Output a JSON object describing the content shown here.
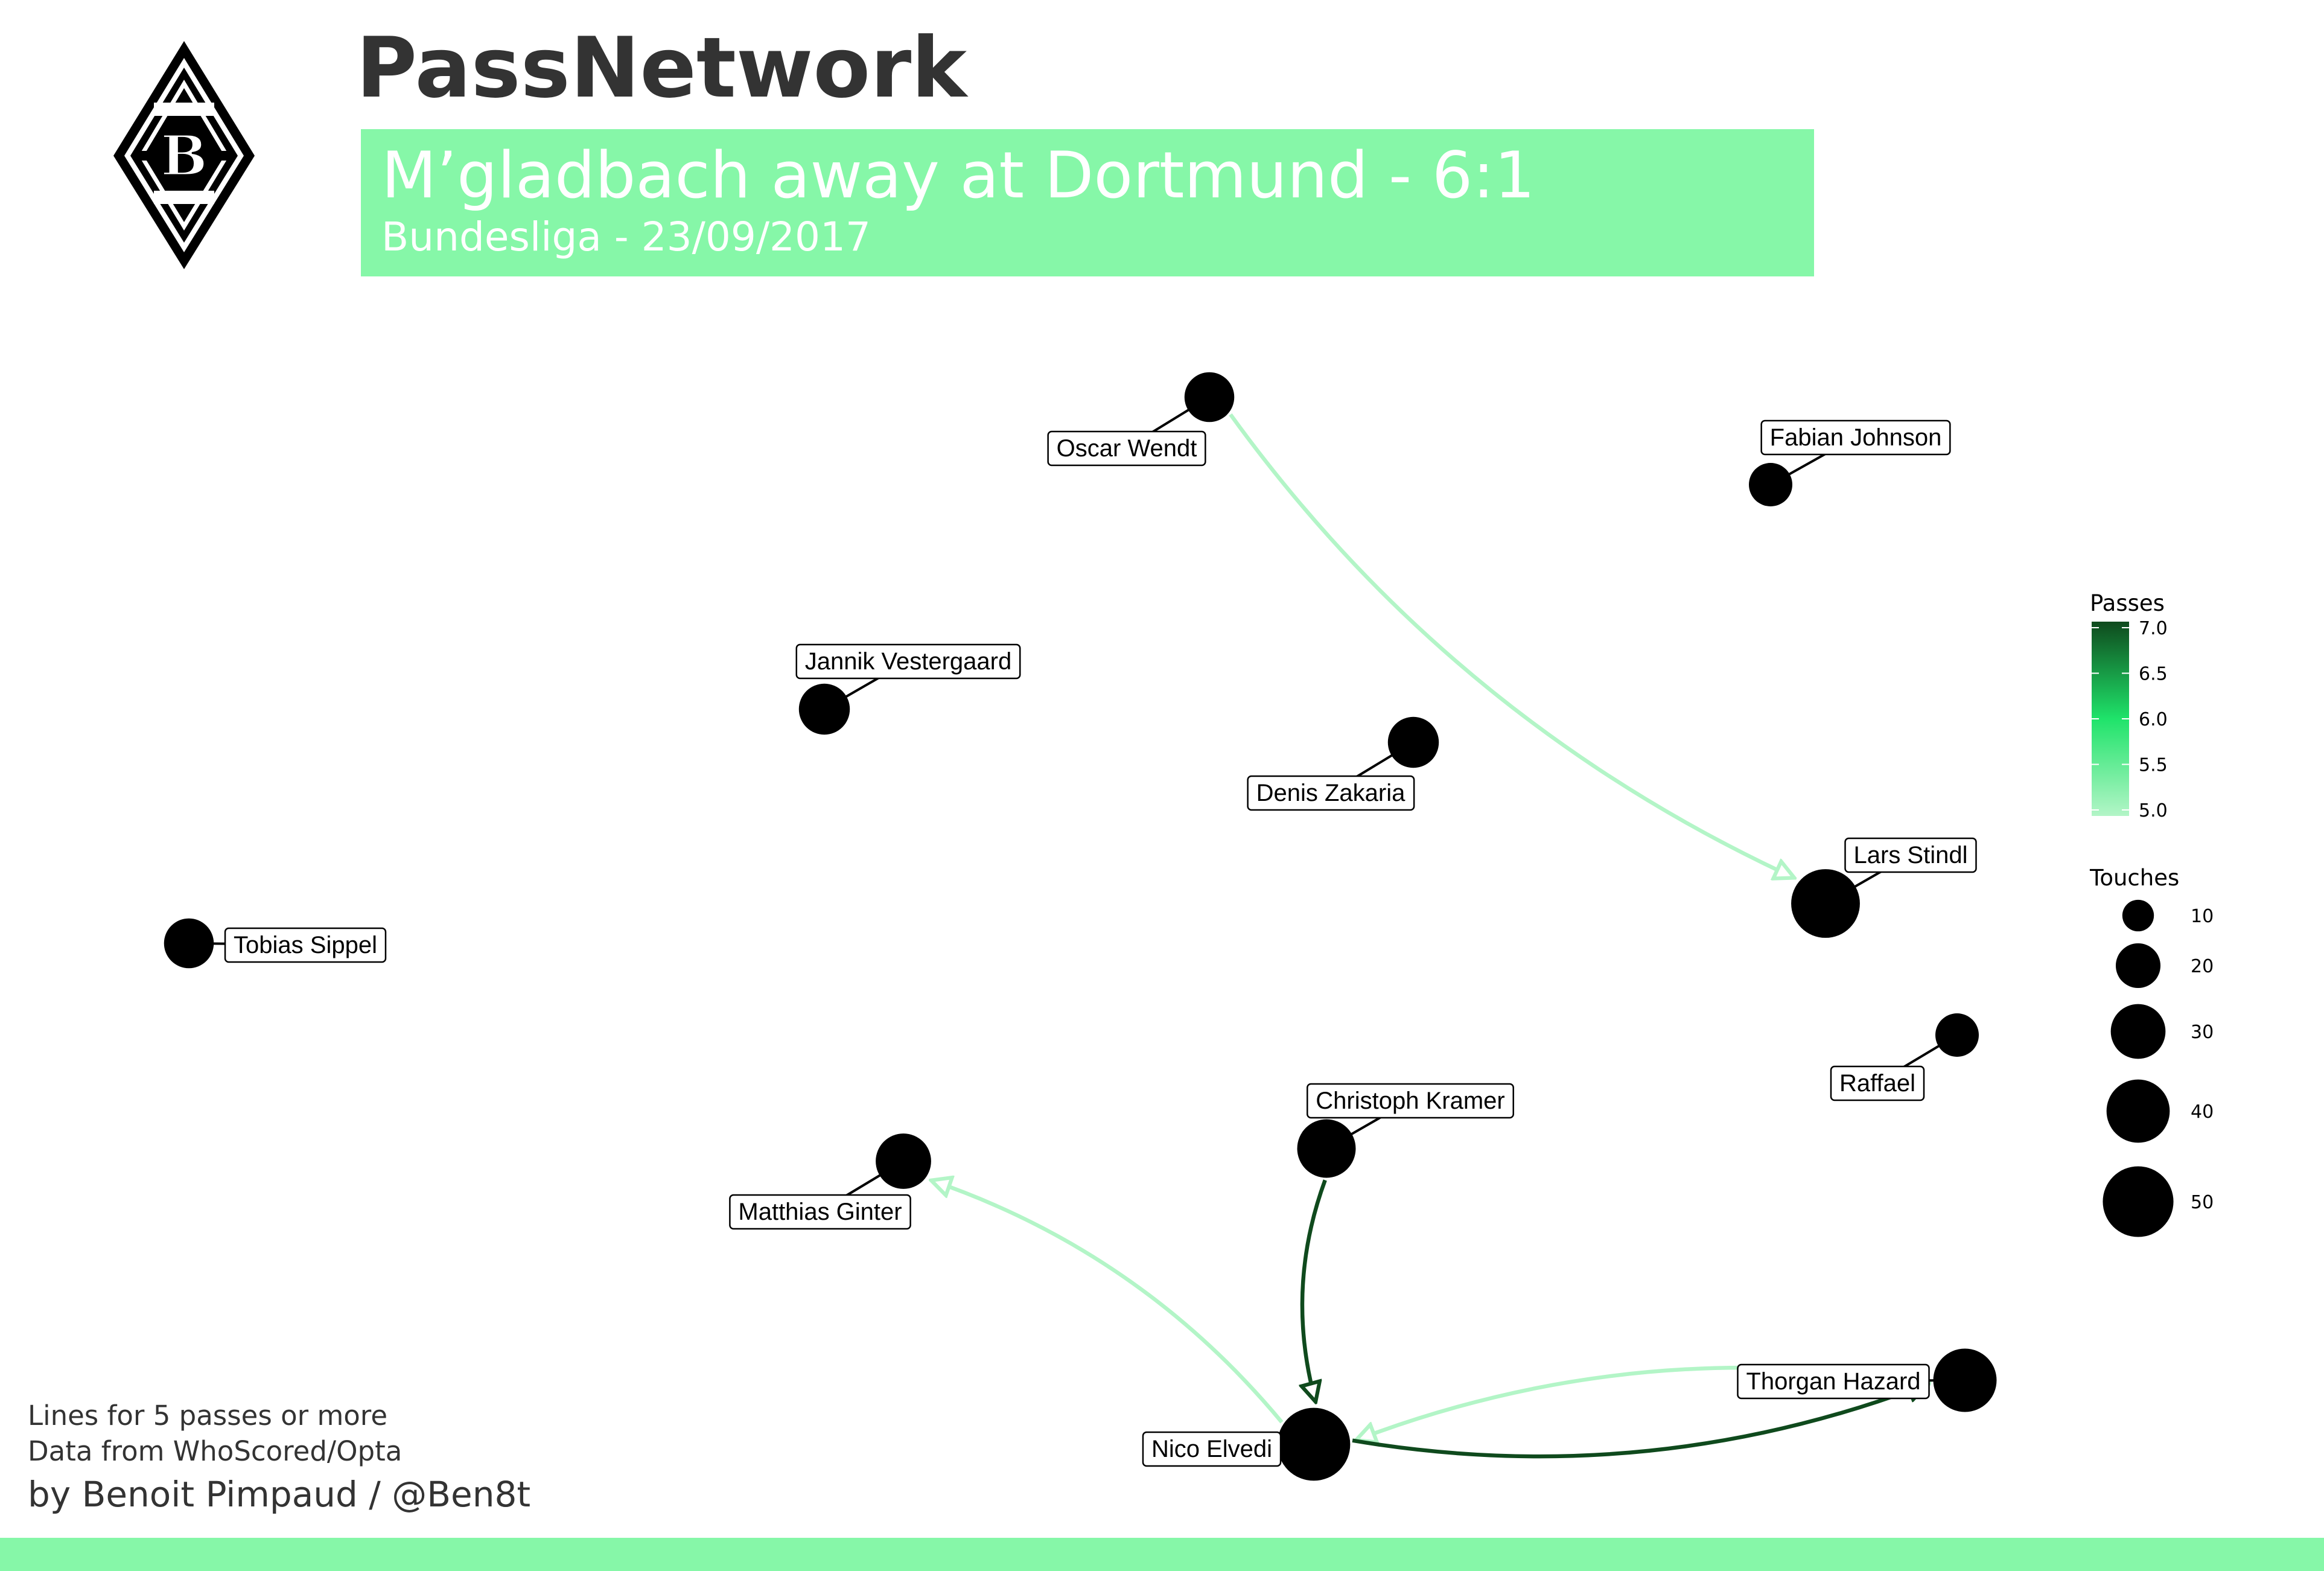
{
  "header": {
    "title": "PassNetwork",
    "match": "M’gladbach away at Dortmund - 6:1",
    "subtitle": "Bundesliga - 23/09/2017"
  },
  "colors": {
    "accent": "#86f7a8",
    "text_dark": "#333333",
    "text_light": "#ffffff",
    "node": "#000000",
    "pass_low": "#b3f5c7",
    "pass_high": "#0f4a1d"
  },
  "chart_data": {
    "type": "network",
    "nodes": [
      {
        "id": "oscar-wendt",
        "name": "Oscar Wendt",
        "touches": 21
      },
      {
        "id": "fabian-johnson",
        "name": "Fabian Johnson",
        "touches": 16
      },
      {
        "id": "jannik-vestergaard",
        "name": "Jannik Vestergaard",
        "touches": 22
      },
      {
        "id": "denis-zakaria",
        "name": "Denis Zakaria",
        "touches": 22
      },
      {
        "id": "lars-stindl",
        "name": "Lars Stindl",
        "touches": 40
      },
      {
        "id": "tobias-sippel",
        "name": "Tobias Sippel",
        "touches": 21
      },
      {
        "id": "raffael",
        "name": "Raffael",
        "touches": 16
      },
      {
        "id": "christoph-kramer",
        "name": "Christoph Kramer",
        "touches": 29
      },
      {
        "id": "matthias-ginter",
        "name": "Matthias Ginter",
        "touches": 26
      },
      {
        "id": "thorgan-hazard",
        "name": "Thorgan Hazard",
        "touches": 34
      },
      {
        "id": "nico-elvedi",
        "name": "Nico Elvedi",
        "touches": 45
      }
    ],
    "edges": [
      {
        "from": "oscar-wendt",
        "to": "lars-stindl",
        "passes": 5
      },
      {
        "from": "nico-elvedi",
        "to": "matthias-ginter",
        "passes": 5
      },
      {
        "from": "christoph-kramer",
        "to": "nico-elvedi",
        "passes": 7
      },
      {
        "from": "thorgan-hazard",
        "to": "nico-elvedi",
        "passes": 5
      },
      {
        "from": "nico-elvedi",
        "to": "thorgan-hazard",
        "passes": 7
      }
    ],
    "legend": {
      "passes": {
        "title": "Passes",
        "range": [
          5.0,
          7.0
        ],
        "ticks": [
          "7.0",
          "6.5",
          "6.0",
          "5.5",
          "5.0"
        ]
      },
      "touches": {
        "title": "Touches",
        "values": [
          10,
          20,
          30,
          40,
          50
        ],
        "labels": [
          "10",
          "20",
          "30",
          "40",
          "50"
        ]
      }
    }
  },
  "footer": {
    "note1": "Lines for 5 passes or more",
    "note2": "Data from WhoScored/Opta",
    "credit": "by Benoit Pimpaud / @Ben8t"
  }
}
